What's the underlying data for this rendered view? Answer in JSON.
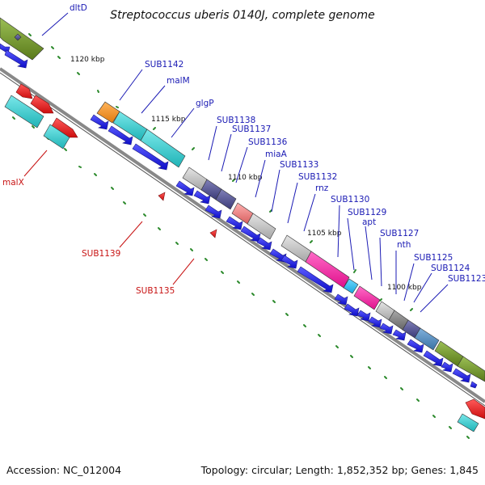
{
  "title": "Streptococcus uberis 0140J, complete genome",
  "footer": {
    "accession": "Accession: NC_012004",
    "summary": "Topology: circular; Length: 1,852,352 bp; Genes: 1,845"
  },
  "ruler": {
    "k1120": "1120 kbp",
    "k1115": "1115 kbp",
    "k1110": "1110 kbp",
    "k1105": "1105 kbp",
    "k1100": "1100 kbp"
  },
  "genes": {
    "dltD": "dltD",
    "SUB1142": "SUB1142",
    "malM": "malM",
    "glgP": "glgP",
    "SUB1138": "SUB1138",
    "SUB1137": "SUB1137",
    "SUB1136": "SUB1136",
    "miaA": "miaA",
    "SUB1133": "SUB1133",
    "SUB1132": "SUB1132",
    "rnz": "rnz",
    "SUB1130": "SUB1130",
    "SUB1129": "SUB1129",
    "apt": "apt",
    "SUB1127": "SUB1127",
    "nth": "nth",
    "SUB1125": "SUB1125",
    "SUB1124": "SUB1124",
    "SUB1123": "SUB1123",
    "malX": "malX",
    "SUB1139": "SUB1139",
    "SUB1135": "SUB1135"
  },
  "colors": {
    "backbone": "#888888",
    "cds_arrow": "#1a1adc",
    "reverse_arrow": "#e31c1c",
    "forward_label": "#1a1ab4",
    "reverse_label": "#c81414",
    "cog_olive": "#6b8e23",
    "cog_cyan": "#2ec9cc",
    "cog_orange": "#f28c1c",
    "cog_grey": "#b4b4b4",
    "cog_slate": "#4b4b8a",
    "cog_salmon": "#e87878",
    "cog_magenta": "#f0189a",
    "cog_skyblue": "#20b7ea",
    "cog_darkgrey": "#7a7a7a",
    "cog_steelblue": "#4682b4"
  }
}
